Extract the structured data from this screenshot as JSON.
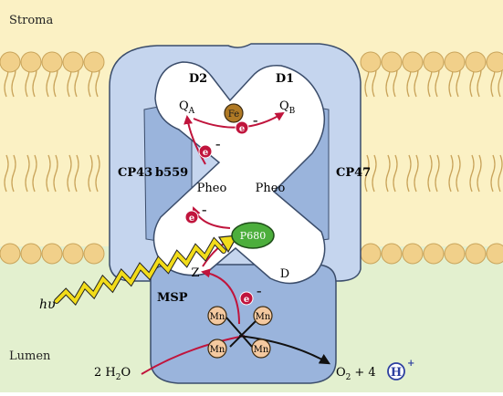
{
  "regions": {
    "stroma": "Stroma",
    "lumen": "Lumen"
  },
  "proteins": {
    "d2": "D2",
    "d1": "D1",
    "cp43": "CP43",
    "cp47": "CP47",
    "cyt_b559": "b559",
    "msp": "MSP",
    "d_lower": "D"
  },
  "cofactors": {
    "qa": "Q",
    "qa_sub": "A",
    "qb": "Q",
    "qb_sub": "B",
    "fe": "Fe",
    "pheo_left": "Pheo",
    "pheo_right": "Pheo",
    "p680": "P680",
    "z": "Z",
    "mn": [
      "Mn",
      "Mn",
      "Mn",
      "Mn"
    ]
  },
  "electron": {
    "symbol": "e",
    "charge": "–"
  },
  "light": {
    "label": "hυ"
  },
  "reaction": {
    "water": "2 H",
    "water_sub": "2",
    "water_end": "O",
    "products": "O",
    "products_sub": "2",
    "plus": "+ 4",
    "proton": "H",
    "proton_charge": "+"
  },
  "colors": {
    "stroma_bg": "#fbf1c4",
    "lumen_bg": "#e3f0cf",
    "lipid_head": "#f1d08a",
    "lipid_stroke": "#c9a45b",
    "outer_protein": "#c5d5ee",
    "inner_protein": "#9ab4dc",
    "core_white": "#ffffff",
    "electron_red": "#c0143c",
    "p680_green": "#4cae3c",
    "fe_brown": "#b07a25",
    "mn_tan": "#f4c9a0",
    "light_yellow": "#f2dc1a",
    "proton_blue": "#2d3fa0"
  }
}
